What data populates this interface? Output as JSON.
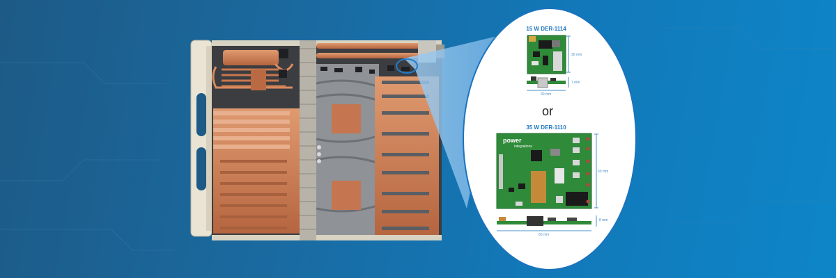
{
  "callout": {
    "top_title": "15 W DER-1114",
    "top_dims": {
      "height": "30 mm",
      "width": "30 mm",
      "depth": "7 mm"
    },
    "separator": "or",
    "bottom_title": "35 W DER-1110",
    "bottom_dims": {
      "height": "60 mm",
      "width": "60 mm",
      "depth": "8 mm"
    },
    "brand_line1": "power",
    "brand_line2": "integrations"
  },
  "colors": {
    "background": "#1a6aa0",
    "copper": "#c9784e",
    "pcb_green": "#2f8a3a",
    "title_blue": "#1f78c4"
  }
}
